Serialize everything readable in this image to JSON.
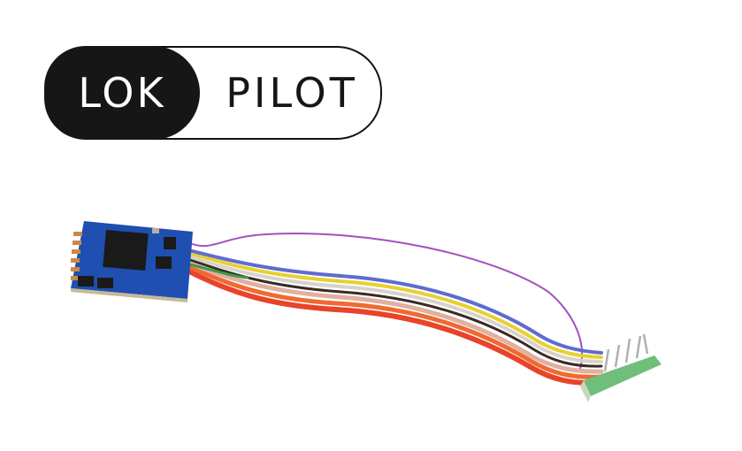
{
  "logo": {
    "left_word": "LOK",
    "right_word": "PILOT",
    "dark_color": "#161616",
    "light_color": "#ffffff"
  },
  "product": {
    "description": "Decoder board with multi-color wire harness and pin header connector",
    "board_color": "#1f4fb0",
    "pad_color": "#c98a4a",
    "purple_wire_color": "#a24fc0",
    "wire_colors": [
      "#e8442a",
      "#f06a30",
      "#e88a6a",
      "#d8cfc8",
      "#3a2a22",
      "#ffffff",
      "#e8d030",
      "#5e6cd0",
      "#3c9a48"
    ],
    "connector_color": "#6fbf7a"
  }
}
